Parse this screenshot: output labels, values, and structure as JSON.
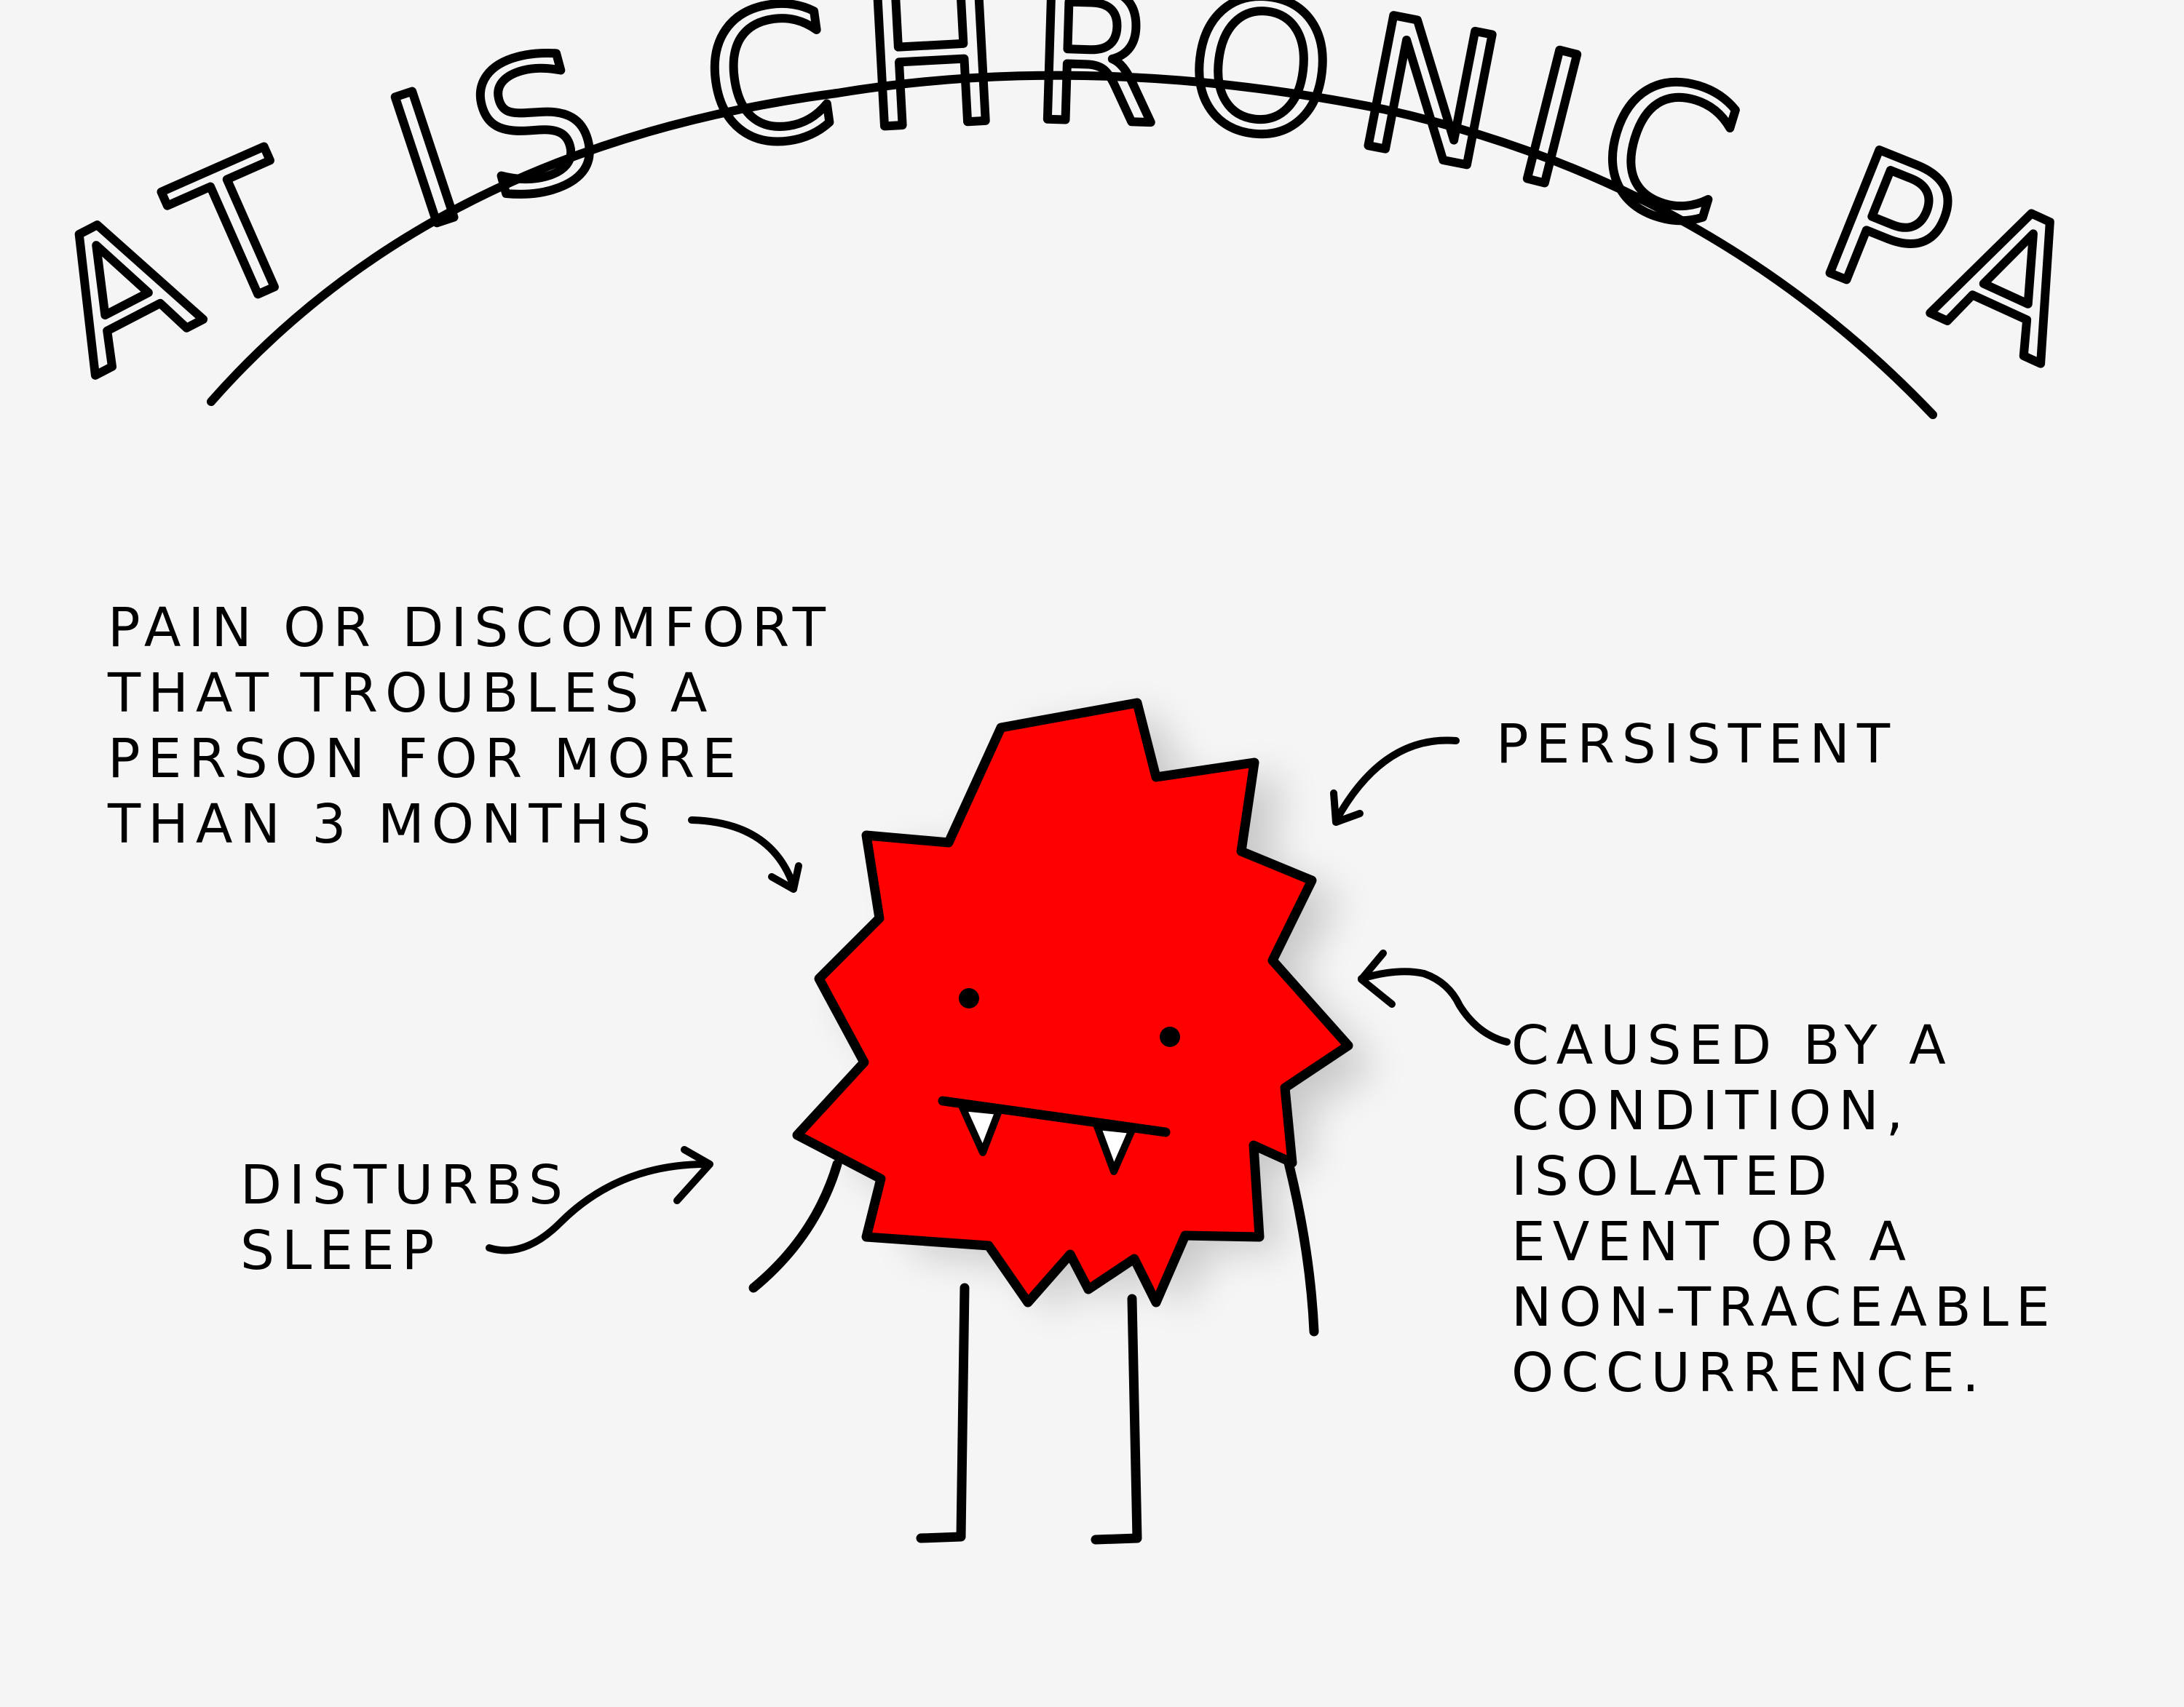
{
  "title": "WHAT IS CHRONIC PAIN?",
  "colors": {
    "background": "#f5f5f5",
    "monster_body": "#ff0000",
    "ink": "#000000"
  },
  "notes": {
    "duration": [
      "PAIN OR DISCOMFORT",
      "THAT TROUBLES A",
      "PERSON FOR MORE",
      "THAN 3 MONTHS"
    ],
    "persistent": [
      "PERSISTENT"
    ],
    "cause": [
      "CAUSED BY A",
      "CONDITION,",
      "ISOLATED",
      "EVENT OR A",
      "NON-TRACEABLE",
      "OCCURRENCE."
    ],
    "sleep": [
      "DISTURBS",
      "SLEEP"
    ]
  }
}
